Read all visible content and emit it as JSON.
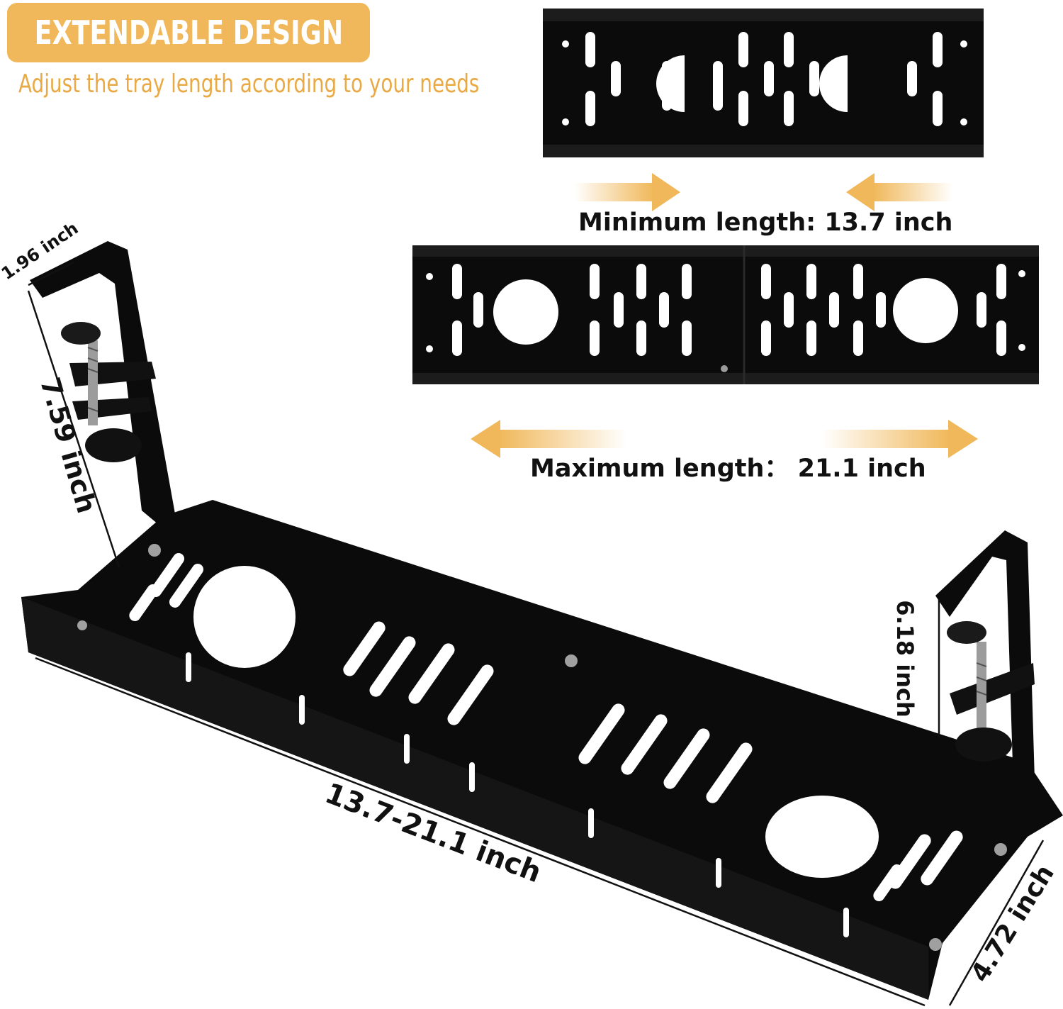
{
  "header": {
    "title": "EXTENDABLE DESIGN",
    "subtitle": "Adjust the tray length according to your needs"
  },
  "captions": {
    "min_length": "Minimum length: 13.7 inch",
    "max_length": "Maximum length： 21.1 inch"
  },
  "dimensions": {
    "hook_width": "1.96 inch",
    "left_height": "7.59 inch",
    "right_height": "6.18 inch",
    "length": "13.7-21.1 inch",
    "depth": "4.72 inch"
  },
  "colors": {
    "accent": "#f0b85a",
    "subtitle": "#e9a944",
    "tray": "#0b0b0b",
    "text": "#111111"
  }
}
